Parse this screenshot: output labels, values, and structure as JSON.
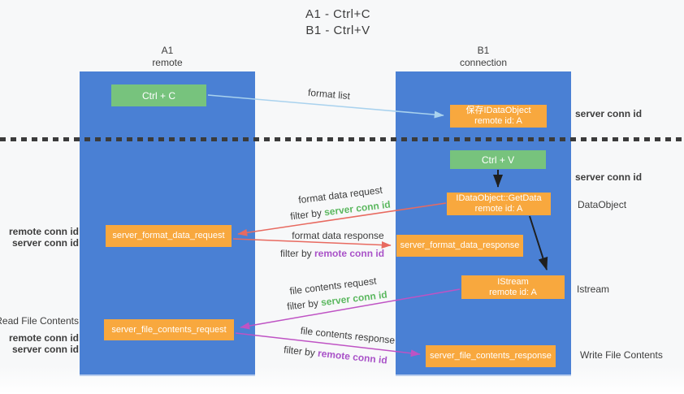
{
  "title": {
    "line1": "A1 - Ctrl+C",
    "line2": "B1 - Ctrl+V"
  },
  "lanes": {
    "a1": {
      "name": "A1",
      "role": "remote"
    },
    "b1": {
      "name": "B1",
      "role": "connection"
    }
  },
  "nodes": {
    "ctrl_c": {
      "label": "Ctrl + C"
    },
    "save_idataobject": {
      "line1": "保存IDataObject",
      "line2": "remote id: A"
    },
    "ctrl_v": {
      "label": "Ctrl + V"
    },
    "getdata": {
      "line1": "IDataObject::GetData",
      "line2": "remote id: A"
    },
    "format_request": {
      "label": "server_format_data_request"
    },
    "format_response": {
      "label": "server_format_data_response"
    },
    "istream": {
      "line1": "IStream",
      "line2": "remote id: A"
    },
    "file_request": {
      "label": "server_file_contents_request"
    },
    "file_response": {
      "label": "server_file_contents_response"
    }
  },
  "edge_labels": {
    "format_list": "format list",
    "format_data_request": "format data request",
    "format_data_response": "format data response",
    "file_contents_request": "file contents request",
    "file_contents_response": "file contents response",
    "filter_by": "filter by",
    "server_conn_id": "server conn id",
    "remote_conn_id": "remote conn id"
  },
  "side_labels": {
    "server_conn_id_top": "server conn id",
    "server_conn_id_mid": "server conn id",
    "dataobject": "DataObject",
    "istream": "Istream",
    "write_file_contents": "Write File Contents",
    "read_file_contents": "Read File Contents",
    "remote_conn_id_left_mid": "remote conn id",
    "server_conn_id_left_mid": "server conn id",
    "remote_conn_id_left_bottom": "remote conn id",
    "server_conn_id_left_bottom": "server conn id"
  },
  "colors": {
    "lane_blue": "#4a80d4",
    "box_green": "#77c37d",
    "box_orange": "#f8a83e",
    "text_dark": "#3d3d3d",
    "label_green": "#5cb860",
    "label_purple": "#a952c8",
    "arrow_red": "#e86a60",
    "arrow_magenta": "#bf53c4",
    "arrow_blue": "#a9d2ee",
    "arrow_black": "#1f1f1f",
    "divider": "#3b3b3b",
    "background": "#f7f8f9",
    "box_text": "#ffffff"
  }
}
